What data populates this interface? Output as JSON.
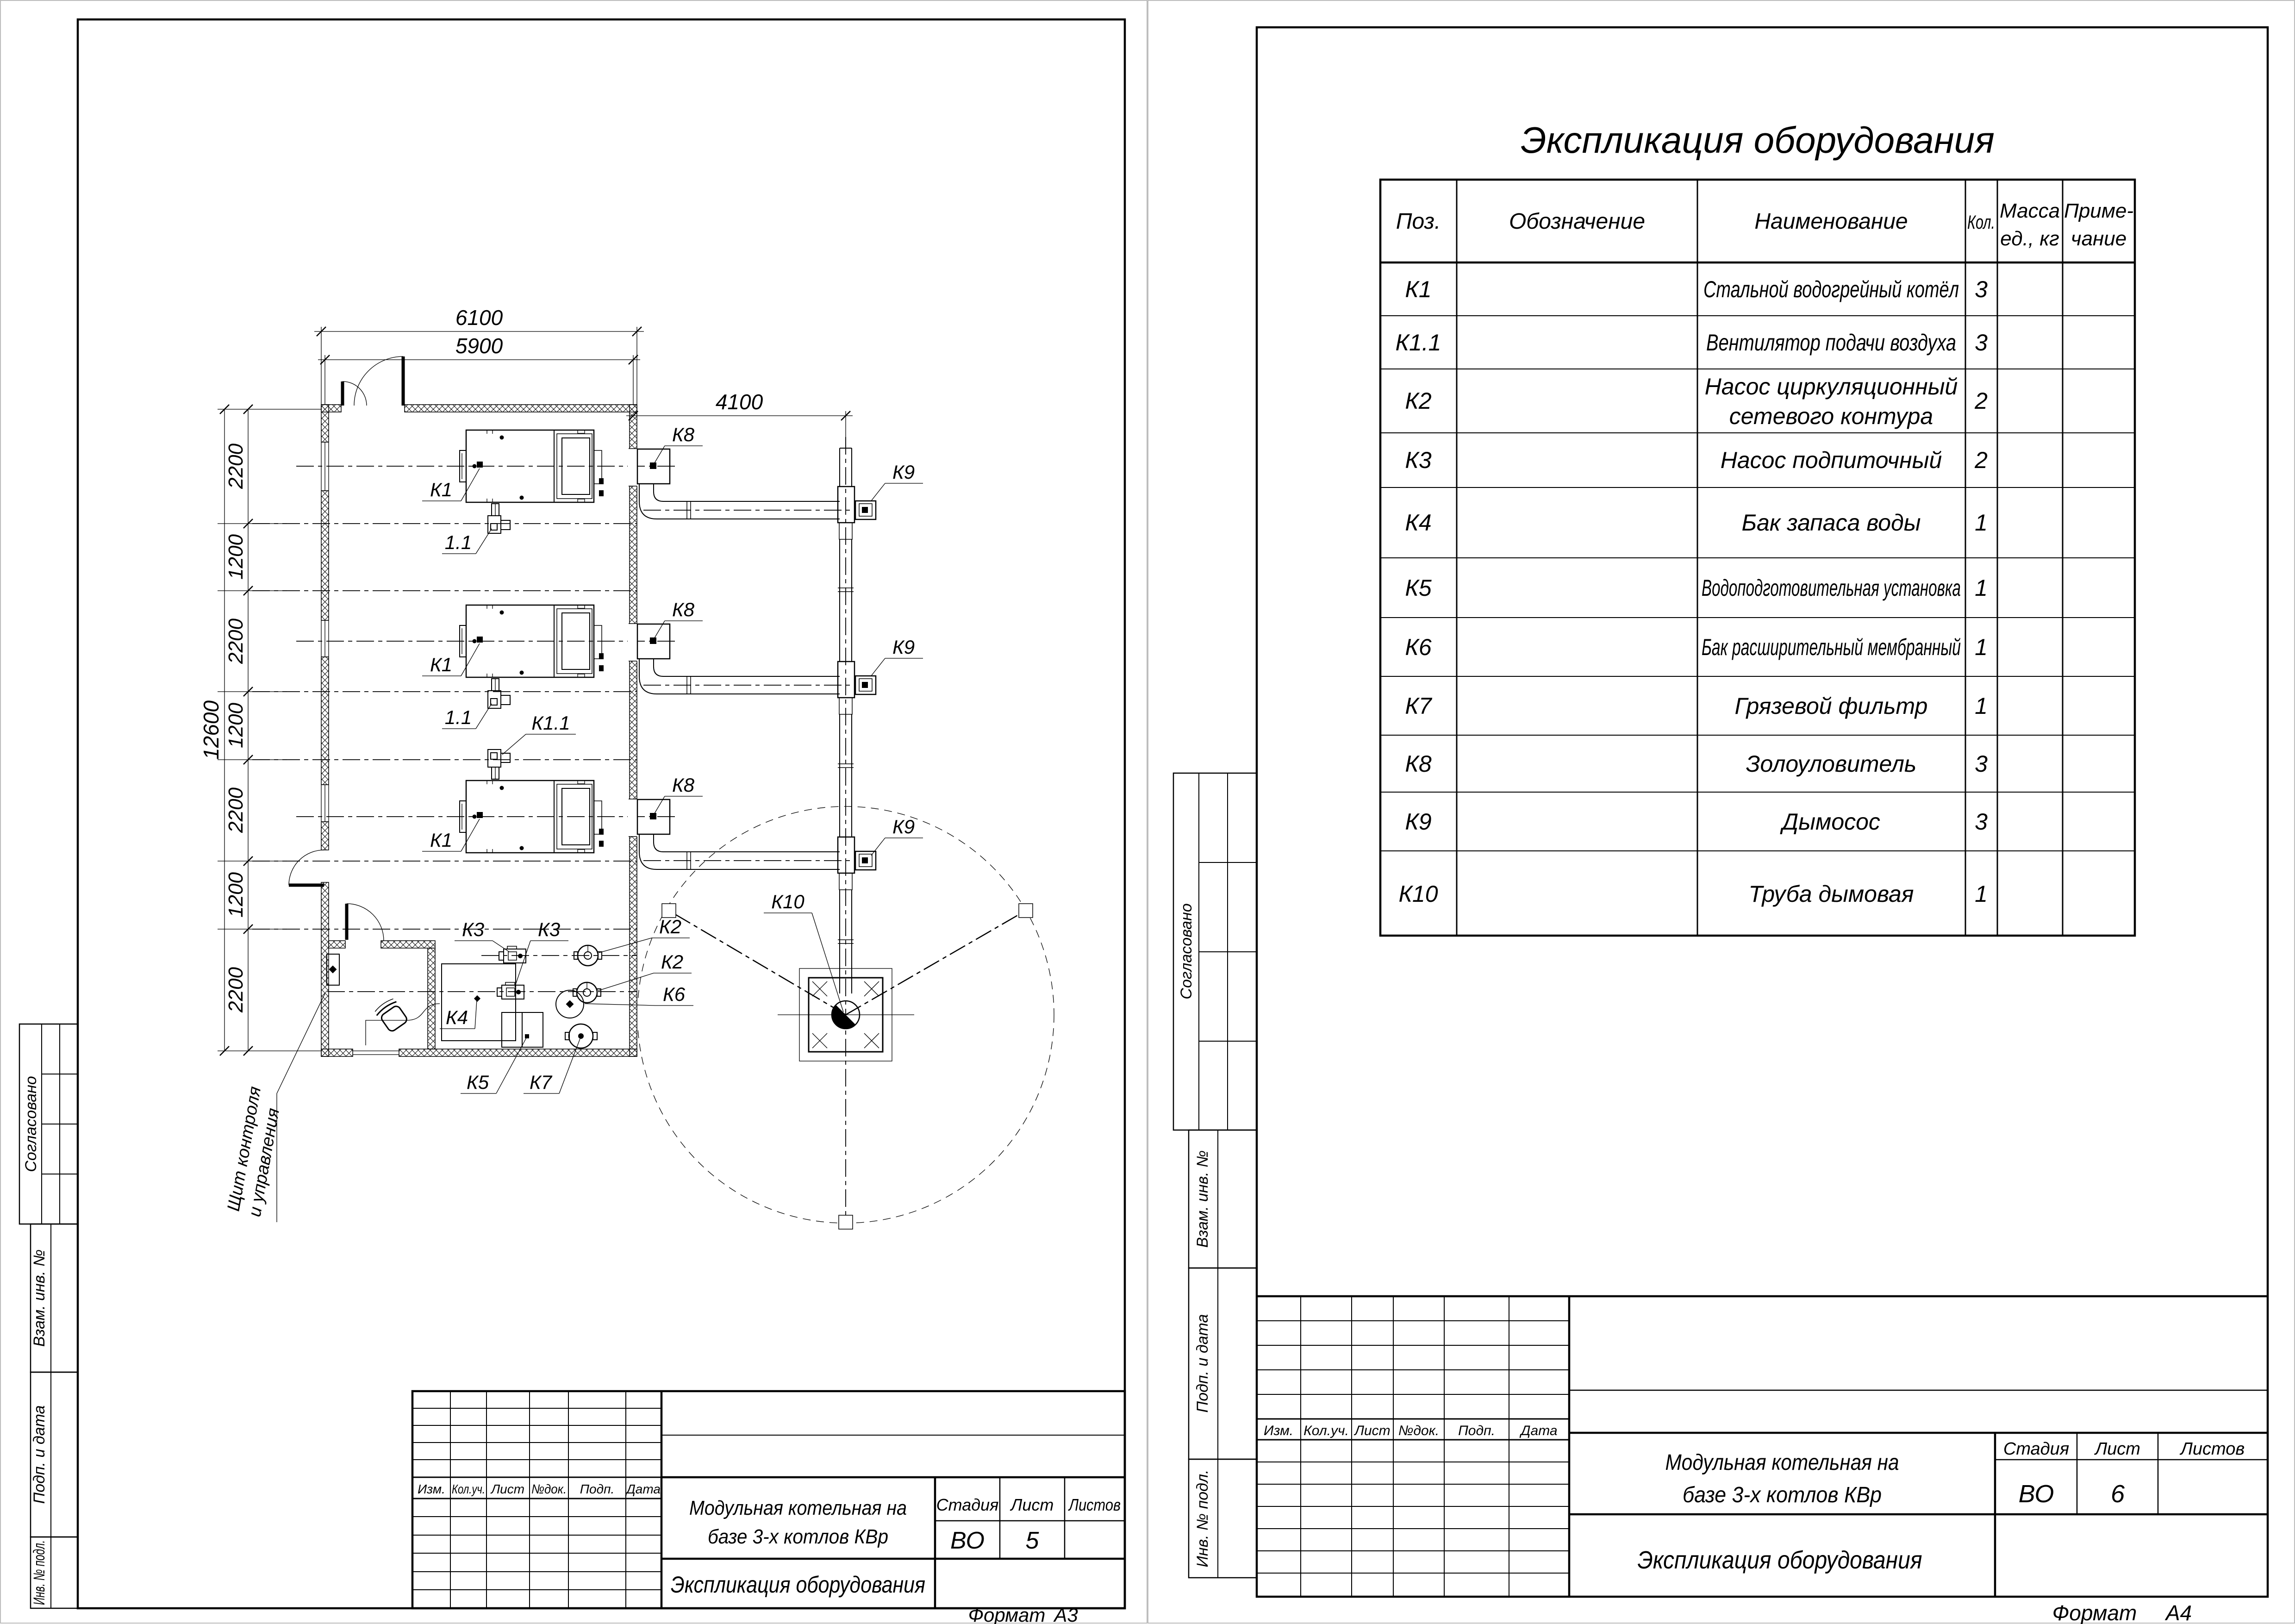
{
  "left_sheet": {
    "format_label": "Формат",
    "format_value": "А3",
    "side_stamp": {
      "approved": "Согласовано",
      "replace_inv": "Взам. инв. №",
      "sign_date": "Подп. и дата",
      "inv_orig": "Инв. № подл."
    },
    "title_block": {
      "rev_headers": [
        "Изм.",
        "Кол.уч.",
        "Лист",
        "№док.",
        "Подп.",
        "Дата"
      ],
      "project_line1": "Модульная котельная на",
      "project_line2": "базе 3-х котлов КВр",
      "stage_label": "Стадия",
      "sheet_label": "Лист",
      "sheets_label": "Листов",
      "stage": "ВО",
      "sheet_no": "5",
      "doc_title": "Экспликация оборудования"
    },
    "plan": {
      "dims": {
        "width_outer": "6100",
        "width_axes": "5900",
        "flue_offset": "4100",
        "height_total": "12600",
        "v_segments": [
          "2200",
          "1200",
          "2200",
          "1200",
          "2200",
          "1200",
          "2200"
        ]
      },
      "labels": {
        "k1": "К1",
        "k1_fan": "К1.1",
        "fan": "1.1",
        "k2": "К2",
        "k3": "К3",
        "k4": "К4",
        "k5": "К5",
        "k6": "К6",
        "k7": "К7",
        "k8": "К8",
        "k9": "К9",
        "k10": "К10"
      },
      "note_line1": "Щит контроля",
      "note_line2": "и управления"
    }
  },
  "right_sheet": {
    "format_label": "Формат",
    "format_value": "А4",
    "side_stamp": {
      "approved": "Согласовано",
      "replace_inv": "Взам. инв. №",
      "sign_date": "Подп. и дата",
      "inv_orig": "Инв. № подл."
    },
    "title_block": {
      "rev_headers": [
        "Изм.",
        "Кол.уч.",
        "Лист",
        "№док.",
        "Подп.",
        "Дата"
      ],
      "project_line1": "Модульная котельная на",
      "project_line2": "базе 3-х котлов КВр",
      "stage_label": "Стадия",
      "sheet_label": "Лист",
      "sheets_label": "Листов",
      "stage": "ВО",
      "sheet_no": "6",
      "doc_title": "Экспликация оборудования"
    },
    "table": {
      "title": "Экспликация оборудования",
      "headers": {
        "pos": "Поз.",
        "designation": "Обозначение",
        "name": "Наименование",
        "qty": "Кол.",
        "mass_line1": "Масса",
        "mass_line2": "ед., кг",
        "note_line1": "Приме-",
        "note_line2": "чание"
      },
      "rows": [
        {
          "pos": "К1",
          "name": "Стальной водогрейный котёл",
          "qty": "3"
        },
        {
          "pos": "К1.1",
          "name": "Вентилятор подачи воздуха",
          "qty": "3"
        },
        {
          "pos": "К2",
          "name_l1": "Насос циркуляционный",
          "name_l2": "сетевого контура",
          "qty": "2"
        },
        {
          "pos": "К3",
          "name": "Насос подпиточный",
          "qty": "2"
        },
        {
          "pos": "К4",
          "name": "Бак запаса воды",
          "qty": "1"
        },
        {
          "pos": "К5",
          "name": "Водоподготовительная установка",
          "qty": "1"
        },
        {
          "pos": "К6",
          "name": "Бак расширительный мембранный",
          "qty": "1"
        },
        {
          "pos": "К7",
          "name": "Грязевой фильтр",
          "qty": "1"
        },
        {
          "pos": "К8",
          "name": "Золоуловитель",
          "qty": "3"
        },
        {
          "pos": "К9",
          "name": "Дымосос",
          "qty": "3"
        },
        {
          "pos": "К10",
          "name": "Труба дымовая",
          "qty": "1"
        }
      ]
    }
  }
}
